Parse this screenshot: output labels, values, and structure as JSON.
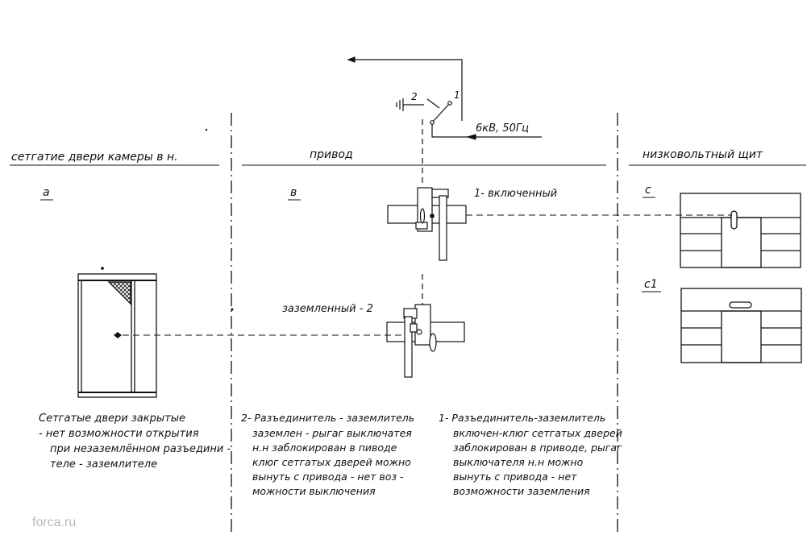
{
  "headers": {
    "left": "сетгатие двери камеры в н.",
    "middle": "привод",
    "right": "низковольтный   щит"
  },
  "panel_letters": {
    "a": "а",
    "b": "в",
    "c": "с",
    "c1": "с1"
  },
  "switch": {
    "pos1": "1",
    "pos2": "2",
    "supply": "6кВ, 50Гц"
  },
  "states": {
    "on": "1- включенный",
    "grounded": "заземленный - 2"
  },
  "captions": {
    "left": [
      "Сетгатые двери закрытые",
      "- нет возможности открытия",
      "при незаземлённом разъедини -",
      "теле - заземлителе"
    ],
    "middle": [
      "2- Разъединитель - заземлитель",
      "заземлен - рыгаг выключатея",
      "н.н заблокирован в пиводе",
      "клюг сетгатых дверей можно",
      "вынуть с привода - нет воз -",
      "можности выключения"
    ],
    "right": [
      "1- Разъединитель-заземлитель",
      "включен-клюг сетгатых дверей",
      "заблокирован в приводе, рыгаг",
      "выключателя н.н можно",
      "вынуть с привода - нет",
      "возможности заземления"
    ]
  },
  "watermark": "forca.ru"
}
